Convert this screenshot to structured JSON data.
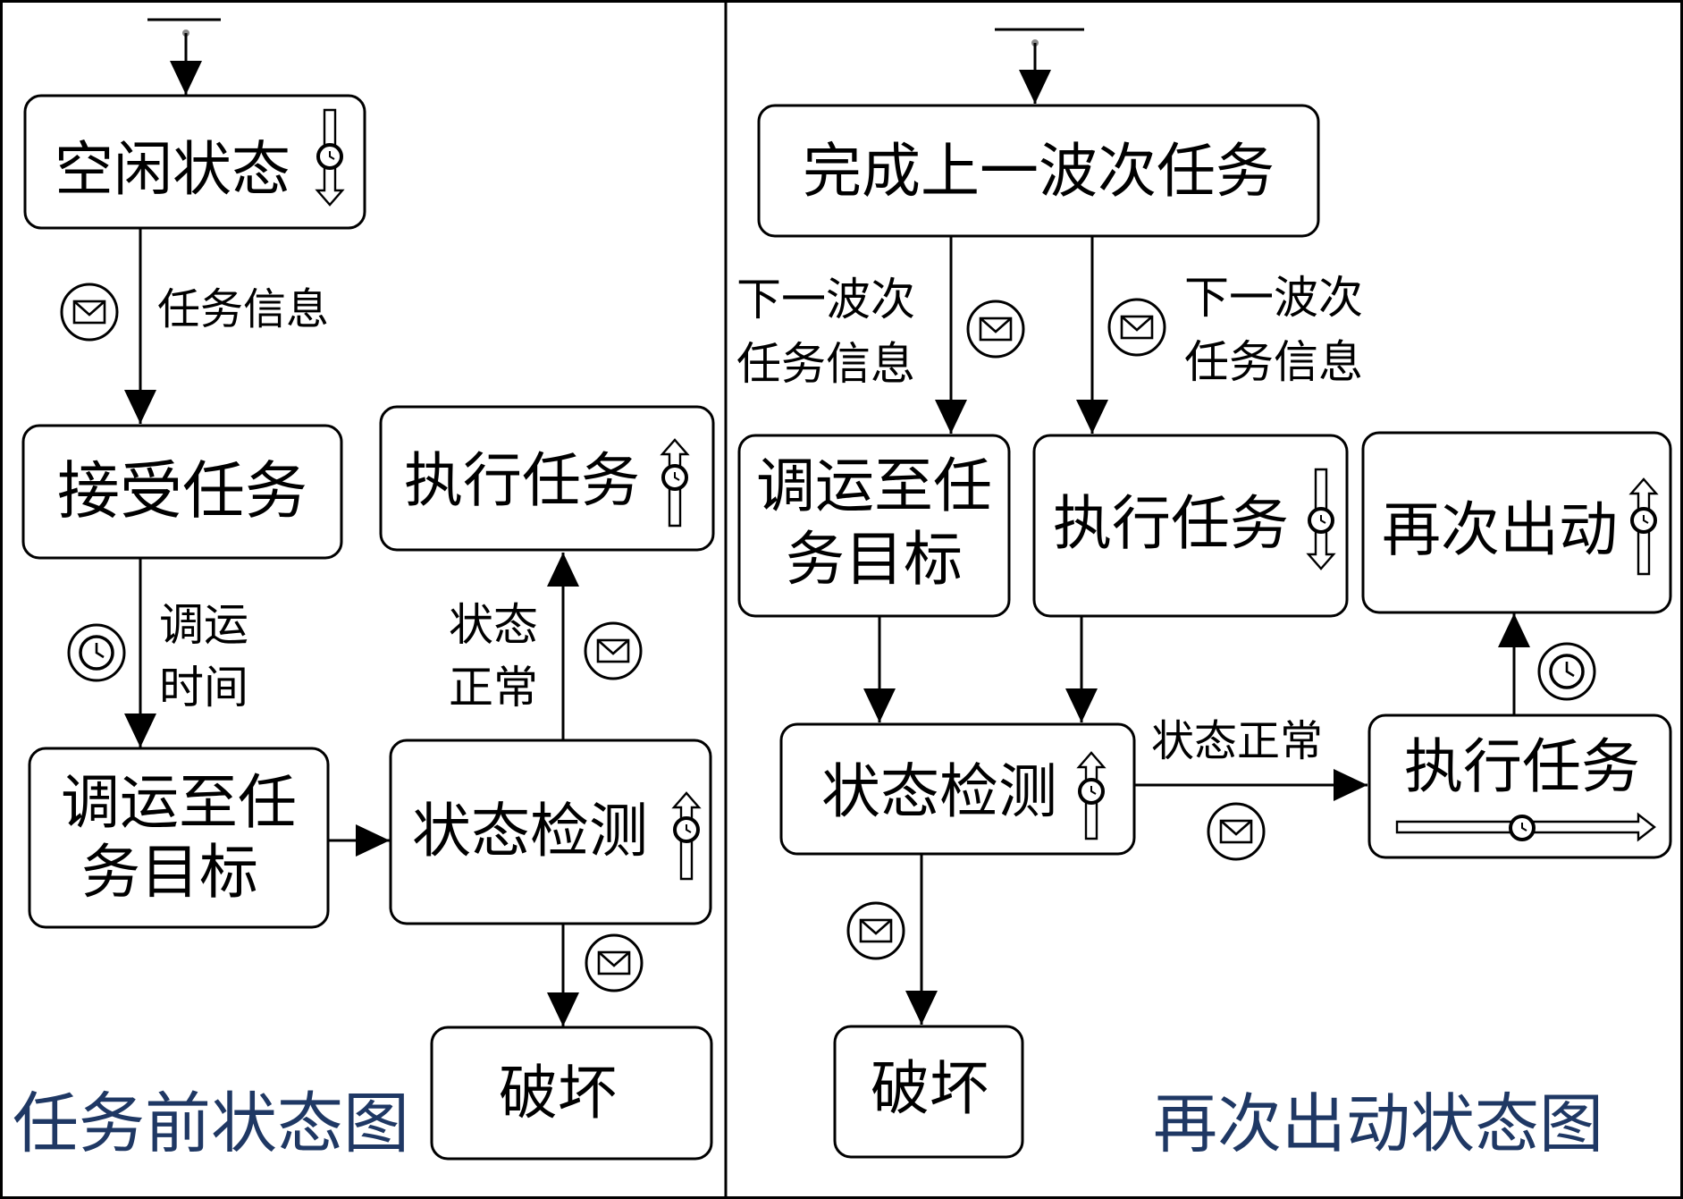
{
  "colors": {
    "ink": "#000000",
    "title": "#1f3864"
  },
  "diagram": {
    "left": {
      "title": "任务前状态图",
      "nodes": {
        "idle": "空闲状态",
        "accept": "接受任务",
        "dispatch_l1": "调运至任",
        "dispatch_l2": "务目标",
        "execute": "执行任务",
        "check": "状态检测",
        "destroy": "破坏"
      },
      "labels": {
        "task_info": "任务信息",
        "dispatch_time_l1": "调运",
        "dispatch_time_l2": "时间",
        "status_ok_l1": "状态",
        "status_ok_l2": "正常"
      }
    },
    "right": {
      "title": "再次出动状态图",
      "nodes": {
        "complete": "完成上一波次任务",
        "dispatch_l1": "调运至任",
        "dispatch_l2": "务目标",
        "execute": "执行任务",
        "redeploy": "再次出动",
        "check": "状态检测",
        "execute2": "执行任务",
        "destroy": "破坏"
      },
      "labels": {
        "next_info_a_l1": "下一波次",
        "next_info_a_l2": "任务信息",
        "next_info_b_l1": "下一波次",
        "next_info_b_l2": "任务信息",
        "status_ok": "状态正常"
      }
    }
  }
}
